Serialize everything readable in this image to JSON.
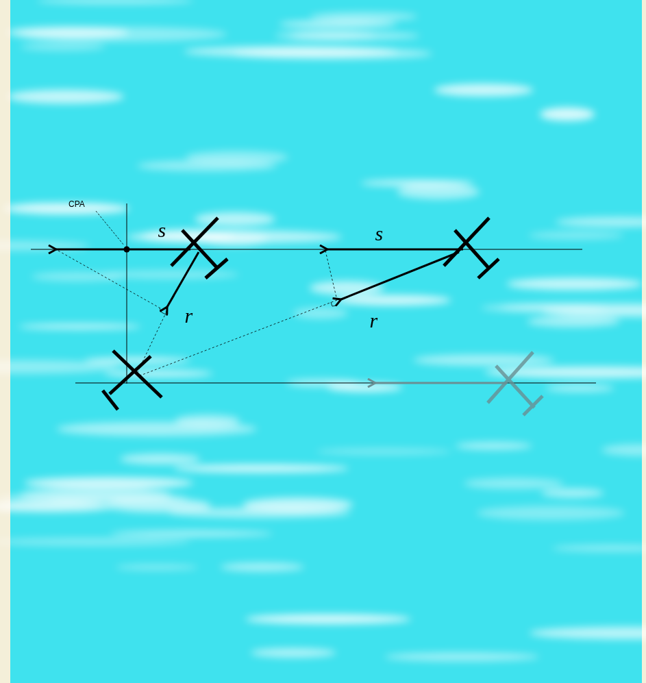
{
  "diagram": {
    "labels": [
      "CPA",
      "s⃗",
      "r⃗",
      "s⃗",
      "r⃗"
    ]
  }
}
